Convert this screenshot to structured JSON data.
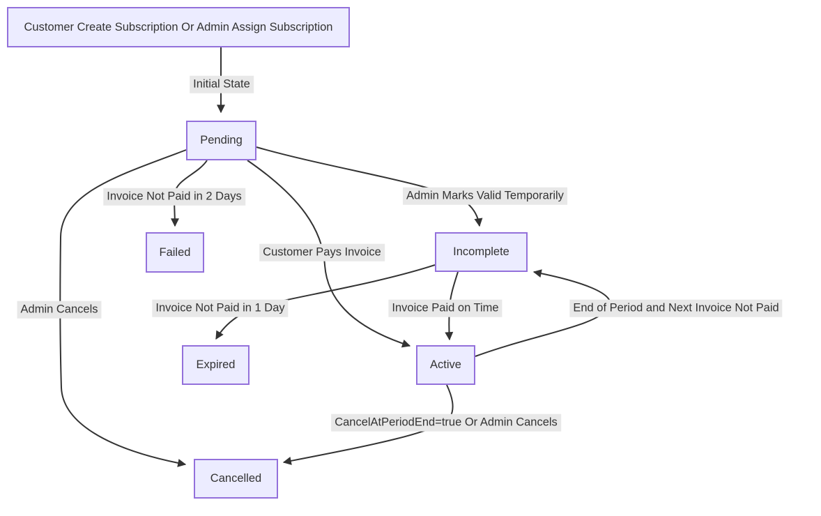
{
  "diagram": {
    "type": "flowchart",
    "colors": {
      "canvas": "#ffffff",
      "node_fill": "#ECECFF",
      "node_border": "#9370DB",
      "text": "#333333",
      "edge_line": "#333333",
      "edge_label_background": "#e8e8e8"
    },
    "nodes": [
      {
        "id": "start",
        "label": "Customer Create Subscription Or Admin Assign Subscription"
      },
      {
        "id": "pending",
        "label": "Pending"
      },
      {
        "id": "failed",
        "label": "Failed"
      },
      {
        "id": "incomplete",
        "label": "Incomplete"
      },
      {
        "id": "expired",
        "label": "Expired"
      },
      {
        "id": "active",
        "label": "Active"
      },
      {
        "id": "cancelled",
        "label": "Cancelled"
      }
    ],
    "edges": [
      {
        "from": "start",
        "to": "pending",
        "label": "Initial State"
      },
      {
        "from": "pending",
        "to": "failed",
        "label": "Invoice Not Paid in 2 Days"
      },
      {
        "from": "pending",
        "to": "incomplete",
        "label": "Admin Marks Valid Temporarily"
      },
      {
        "from": "pending",
        "to": "active",
        "label": "Customer Pays Invoice"
      },
      {
        "from": "pending",
        "to": "cancelled",
        "label": "Admin Cancels"
      },
      {
        "from": "incomplete",
        "to": "expired",
        "label": "Invoice Not Paid in 1 Day"
      },
      {
        "from": "incomplete",
        "to": "active",
        "label": "Invoice Paid on Time"
      },
      {
        "from": "active",
        "to": "incomplete",
        "label": "End of Period and Next Invoice Not Paid"
      },
      {
        "from": "active",
        "to": "cancelled",
        "label": "CancelAtPeriodEnd=true Or Admin Cancels"
      }
    ]
  }
}
